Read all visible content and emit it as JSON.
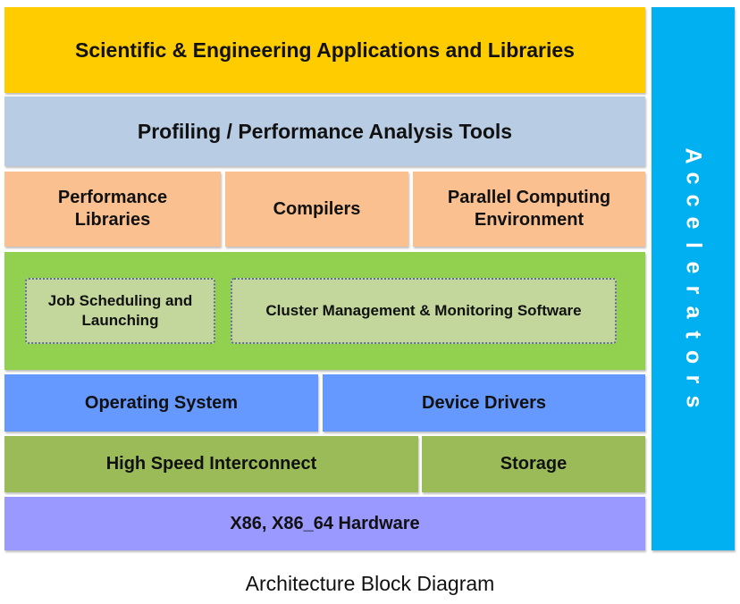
{
  "layers": {
    "apps": "Scientific & Engineering Applications and Libraries",
    "profiling": "Profiling / Performance Analysis Tools",
    "perf_libs": "Performance Libraries",
    "compilers": "Compilers",
    "parallel": "Parallel Computing Environment",
    "job_sched": "Job Scheduling and Launching",
    "cluster_mgmt": "Cluster Management & Monitoring Software",
    "os": "Operating System",
    "drivers": "Device Drivers",
    "interconnect": "High Speed Interconnect",
    "storage": "Storage",
    "hardware": "X86, X86_64 Hardware",
    "accelerators": "Accelerators"
  },
  "caption": "Architecture Block Diagram",
  "colors": {
    "apps": "#FFCC00",
    "profiling": "#B8CCE4",
    "middle": "#FAC090",
    "mgmt": "#92D050",
    "mgmt_inner": "#C3D69B",
    "os": "#6699FF",
    "interconnect": "#9BBB59",
    "hardware": "#9999FF",
    "accelerators": "#00B0F0"
  }
}
